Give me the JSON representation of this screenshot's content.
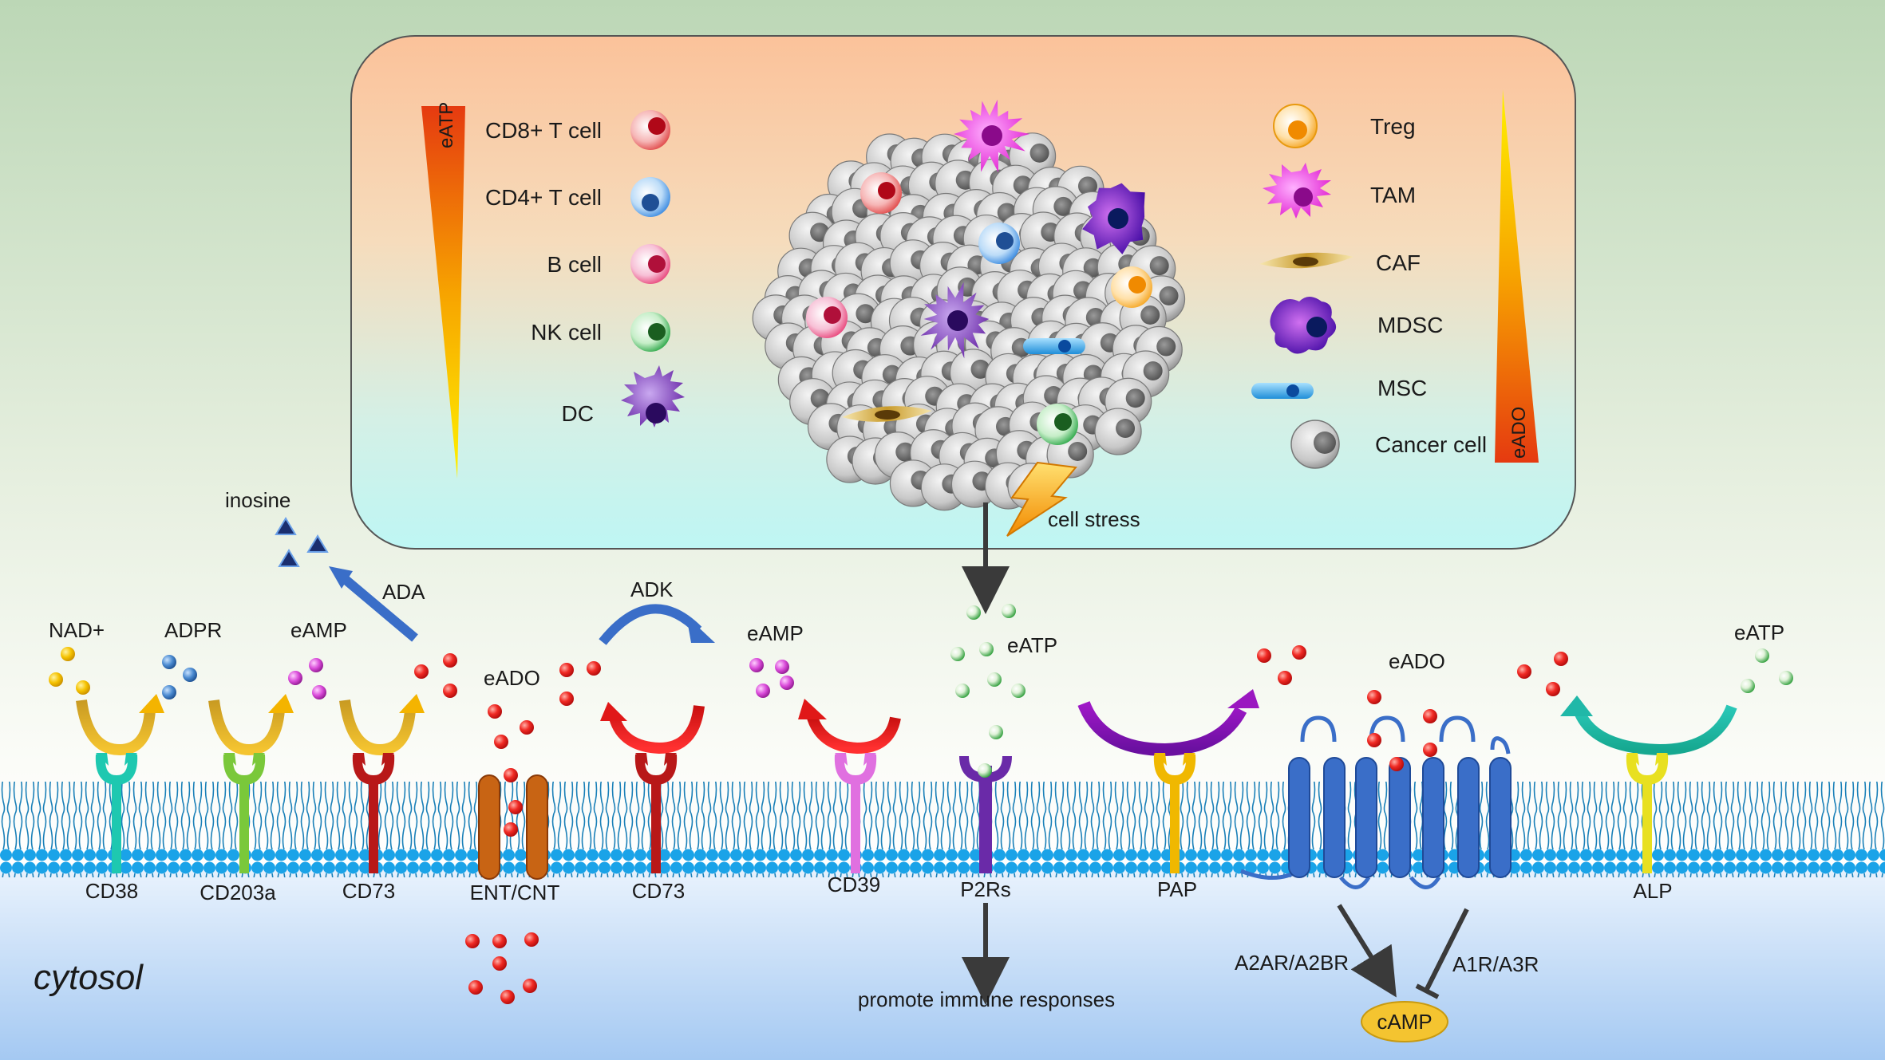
{
  "legend_left": [
    {
      "label": "CD8+ T cell",
      "color": "#d9343f"
    },
    {
      "label": "CD4+ T cell",
      "color": "#2f7fd6"
    },
    {
      "label": "B cell",
      "color": "#e8457a"
    },
    {
      "label": "NK cell",
      "color": "#2ea84a"
    },
    {
      "label": "DC",
      "color": "#6f2aa8"
    }
  ],
  "legend_right": [
    {
      "label": "Treg",
      "color": "#f5a623"
    },
    {
      "label": "TAM",
      "color": "#e020d0"
    },
    {
      "label": "CAF",
      "color": "#c9a23a"
    },
    {
      "label": "MDSC",
      "color": "#6a1fb0"
    },
    {
      "label": "MSC",
      "color": "#2ca7e8"
    },
    {
      "label": "Cancer cell",
      "color": "#aaaaaa"
    }
  ],
  "gradient_left_label": "eATP",
  "gradient_right_label": "eADO",
  "cell_stress": "cell stress",
  "molecules": {
    "inosine": "inosine",
    "ada": "ADA",
    "nad": "NAD+",
    "adpr": "ADPR",
    "eamp1": "eAMP",
    "eado1": "eADO",
    "adk": "ADK",
    "eamp2": "eAMP",
    "eatp1": "eATP",
    "eado2": "eADO",
    "eatp2": "eATP"
  },
  "receptors": {
    "cd38": "CD38",
    "cd203a": "CD203a",
    "cd73a": "CD73",
    "ent": "ENT/CNT",
    "cd73b": "CD73",
    "cd39": "CD39",
    "p2rs": "P2Rs",
    "pap": "PAP",
    "alp": "ALP"
  },
  "signaling": {
    "promote": "promote immune responses",
    "a2": "A2AR/A2BR",
    "a1": "A1R/A3R",
    "camp": "cAMP"
  },
  "cytosol": "cytosol",
  "colors": {
    "bg_top": "#bfd9b8",
    "bg_cytosol": "#a4c8f0",
    "membrane": "#1aa3e8",
    "red_dot": "#e02020",
    "green_dot": "#2e9e3a",
    "yellow_dot": "#f2b800",
    "blue_dot": "#2f6fb8",
    "magenta_dot": "#d035d0"
  }
}
